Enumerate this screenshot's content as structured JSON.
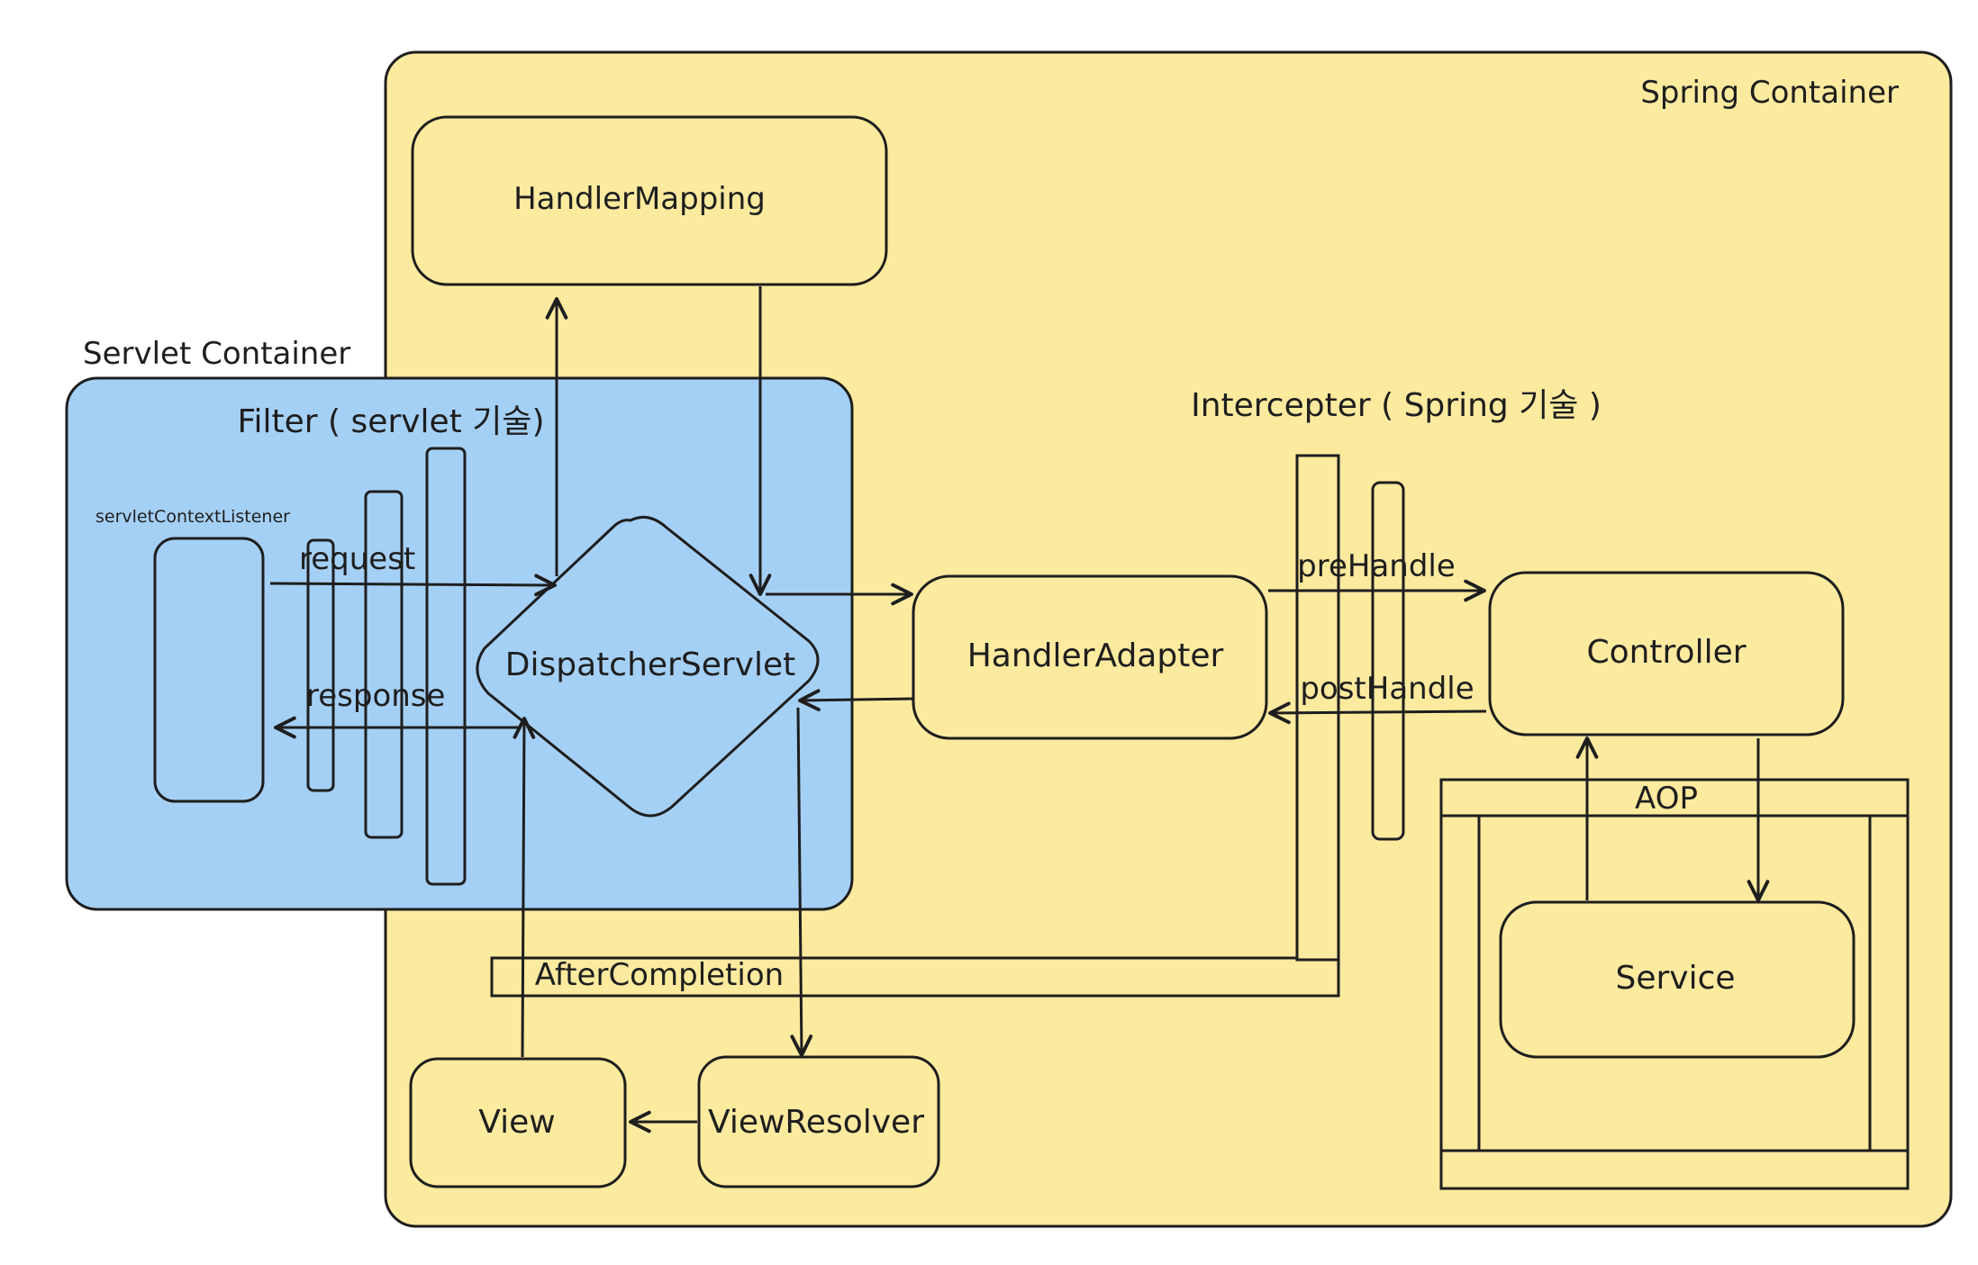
{
  "containers": {
    "spring": "Spring Container",
    "servlet": "Servlet Container",
    "filter": "Filter ( servlet 기술)",
    "interceptor": "Intercepter ( Spring 기술 )",
    "aop": "AOP"
  },
  "nodes": {
    "handler_mapping": "HandlerMapping",
    "dispatcher_servlet": "DispatcherServlet",
    "handler_adapter": "HandlerAdapter",
    "controller": "Controller",
    "service": "Service",
    "view": "View",
    "view_resolver": "ViewResolver",
    "servlet_context_listener": "servletContextListener"
  },
  "edges": {
    "request": "request",
    "response": "response",
    "pre_handle": "preHandle",
    "post_handle": "postHandle",
    "after_completion": "AfterCompletion"
  },
  "colors": {
    "spring_fill": "#fcea9f",
    "servlet_fill": "#a5d0f5",
    "stroke": "#1e1e1e"
  }
}
